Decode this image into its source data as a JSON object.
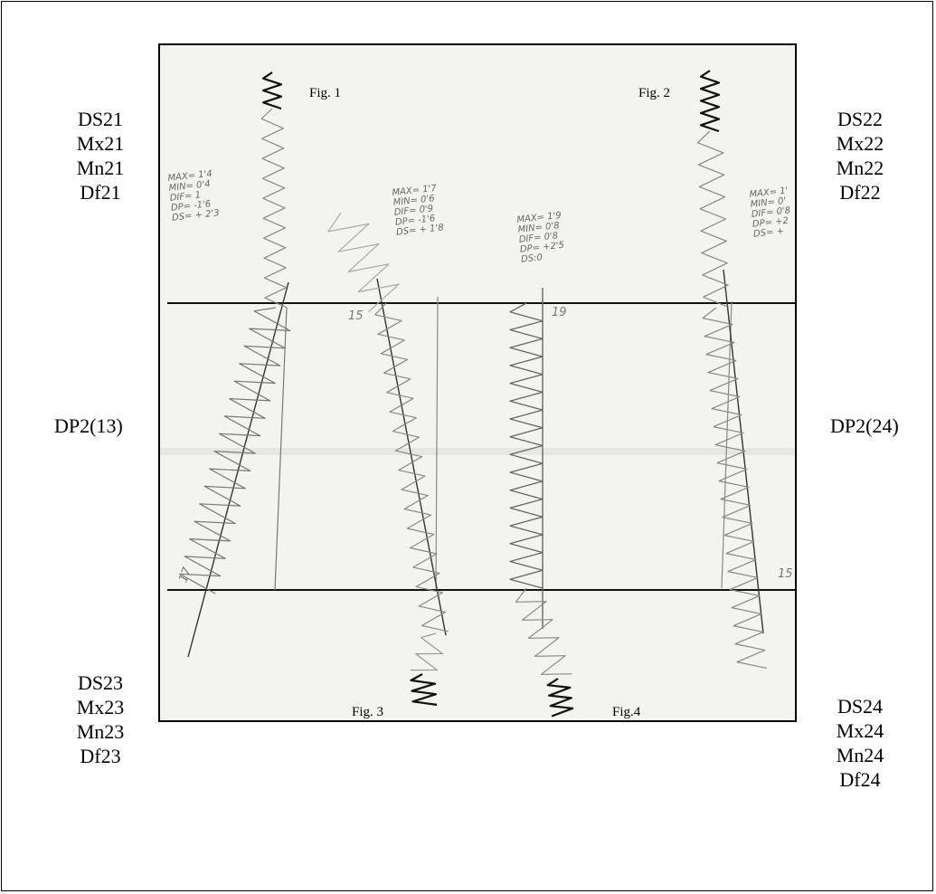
{
  "labels": {
    "top_left": [
      "DS21",
      "Mx21",
      "Mn21",
      "Df21"
    ],
    "top_right": [
      "DS22",
      "Mx22",
      "Mn22",
      "Df22"
    ],
    "mid_left": "DP2(13)",
    "mid_right": "DP2(24)",
    "bottom_left": [
      "DS23",
      "Mx23",
      "Mn23",
      "Df23"
    ],
    "bottom_right": [
      "DS24",
      "Mx24",
      "Mn24",
      "Df24"
    ]
  },
  "figures": {
    "fig1": "Fig. 1",
    "fig2": "Fig. 2",
    "fig3": "Fig. 3",
    "fig4": "Fig.4"
  },
  "annotations": {
    "fig1": [
      "MAX= 1'4",
      "MIN= 0'4",
      "DIF= 1",
      "DP= -1'6",
      "DS= + 2'3"
    ],
    "fig3": [
      "MAX= 1'7",
      "MIN= 0'6",
      "DIF= 0'9",
      "DP= -1'6",
      "DS= + 1'8"
    ],
    "fig4": [
      "MAX= 1'9",
      "MIN= 0'8",
      "DIF= 0'8",
      "DP= +2'5",
      "DS:0"
    ],
    "fig2": [
      "MAX= 1'",
      "MIN= 0'",
      "DIF= 0'8",
      "DP= +2",
      "DS= +"
    ]
  },
  "numbers": {
    "n15_left": "15",
    "n19": "19",
    "n17": "17",
    "n15_right": "15"
  },
  "colors": {
    "ink": "#000000",
    "pencil": "#555555",
    "paper": "#f3f3f2"
  }
}
